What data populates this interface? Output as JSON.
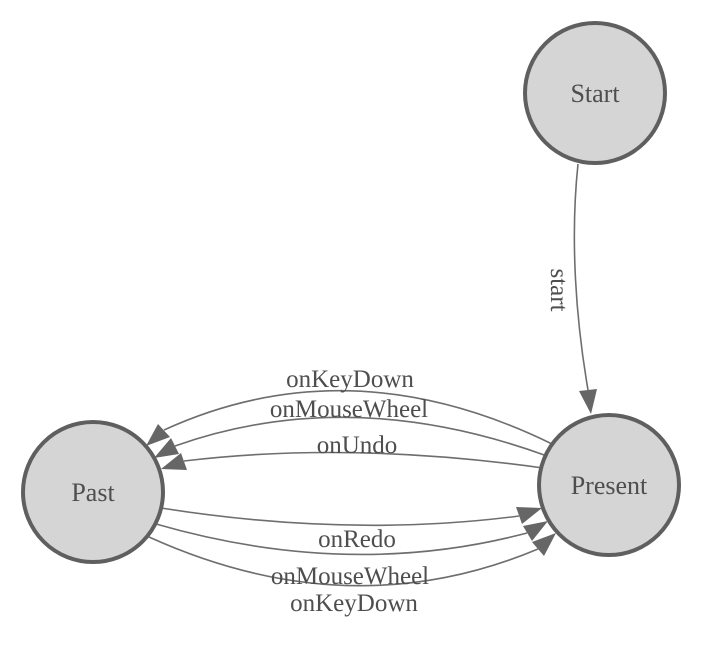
{
  "diagram": {
    "type": "state-machine",
    "background": "#ffffff",
    "colors": {
      "node_fill": "#d5d5d5",
      "node_stroke": "#5f5f5f",
      "edge_stroke": "#6e6e6e",
      "arrow_fill": "#666666",
      "text": "#4e4e4e"
    },
    "nodes": [
      {
        "id": "start",
        "label": "Start"
      },
      {
        "id": "present",
        "label": "Present"
      },
      {
        "id": "past",
        "label": "Past"
      }
    ],
    "edges": [
      {
        "from": "Start",
        "to": "Present",
        "label": "start"
      },
      {
        "from": "Present",
        "to": "Past",
        "label": "onKeyDown"
      },
      {
        "from": "Present",
        "to": "Past",
        "label": "onMouseWheel"
      },
      {
        "from": "Present",
        "to": "Past",
        "label": "onUndo"
      },
      {
        "from": "Past",
        "to": "Present",
        "label": "onRedo"
      },
      {
        "from": "Past",
        "to": "Present",
        "label": "onMouseWheel"
      },
      {
        "from": "Past",
        "to": "Present",
        "label": "onKeyDown"
      }
    ]
  }
}
